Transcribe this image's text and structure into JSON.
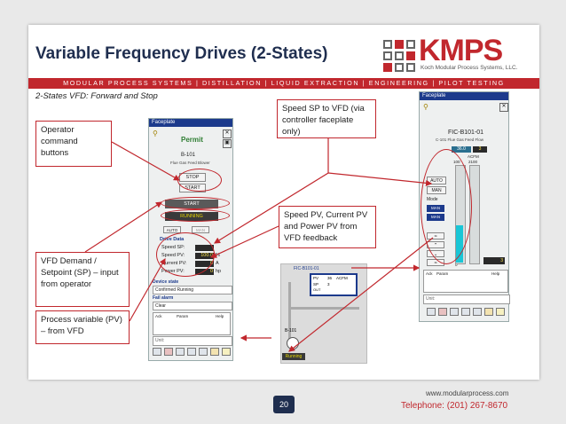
{
  "slide": {
    "title": "Variable Frequency Drives (2-States)",
    "band": "MODULAR PROCESS SYSTEMS | DISTILLATION | LIQUID EXTRACTION | ENGINEERING | PILOT TESTING",
    "subtitle": "2-States VFD:  Forward and Stop",
    "page_number": "20",
    "url": "www.modularprocess.com",
    "phone": "Telephone: (201) 267-8670"
  },
  "logo": {
    "word": "KMPS",
    "sub": "Koch Modular Process Systems, LLC."
  },
  "callouts": {
    "operator_buttons": "Operator command buttons",
    "speed_sp": "Speed SP to VFD (via controller faceplate only)",
    "speed_pv": "Speed PV, Current PV and Power PV from VFD feedback",
    "vfd_demand": "VFD Demand / Setpoint (SP) – input from operator",
    "process_variable": "Process variable (PV) – from VFD"
  },
  "left_faceplate": {
    "title": "Faceplate",
    "permit": "Permit",
    "tag": "B-101",
    "desc": "Flue Gas Feed Blower",
    "stop": "STOP",
    "start": "START",
    "state_start": "START",
    "state_running": "RUNNING",
    "mode_auto": "AUTO",
    "mode_man": "MAN",
    "drive_data": "Drive Data",
    "rows": [
      {
        "label": "Speed SP:",
        "value": "",
        "unit": ""
      },
      {
        "label": "Speed PV:",
        "value": "100.0",
        "unit": "%"
      },
      {
        "label": "Current PV:",
        "value": "0",
        "unit": "A"
      },
      {
        "label": "Power PV:",
        "value": "0",
        "unit": "hp"
      }
    ],
    "device_state_label": "Device state",
    "device_state": "Confirmed Running",
    "fail_alarm_label": "Fail alarm",
    "fail_alarm": "Clear",
    "table_cols": [
      "Ack",
      "Param",
      "Help"
    ],
    "unit_label": "Unit:"
  },
  "mini_graphic": {
    "tag": "FIC-B101-01",
    "pv_label": "PV",
    "pv_value": "36",
    "pv_unit": "ACFM",
    "sp_label": "SP",
    "sp_value": "3",
    "out_label": "OUT",
    "blower_tag": "B-101",
    "running": "Running"
  },
  "right_faceplate": {
    "title": "Faceplate",
    "tag": "FIC-B101-01",
    "desc": "C-101 Flue Gas Feed Flow",
    "pv": "36.0",
    "sp": "3",
    "unit": "ACFM",
    "range_hi": "2100",
    "scale_100": "100",
    "scale_0": "0",
    "btn_auto": "AUTO",
    "btn_man": "MAN",
    "btn_mode": "Mode",
    "mode_man1": "MAN",
    "mode_man2": "MAN",
    "out_value": "3",
    "table_cols": [
      "Ack",
      "Param",
      "Help"
    ],
    "unit_label": "Unit:"
  }
}
